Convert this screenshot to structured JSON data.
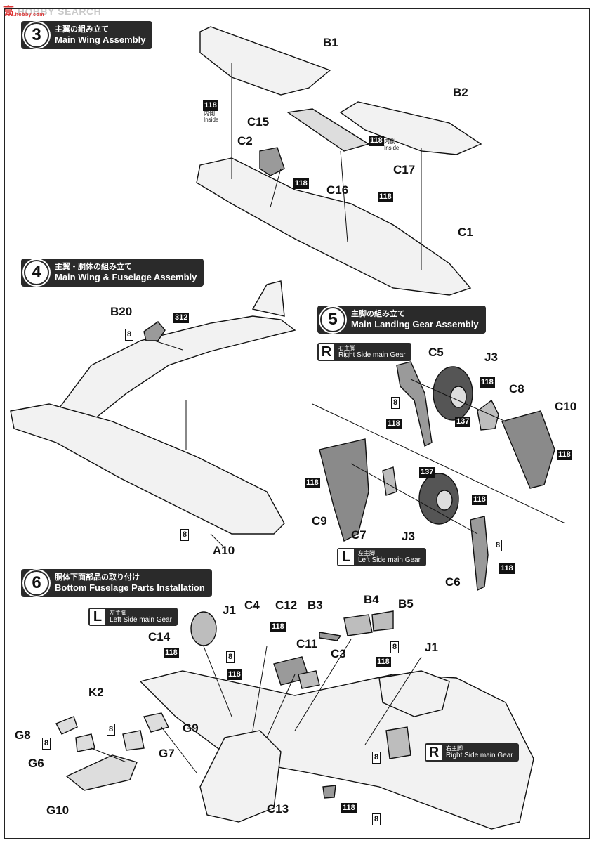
{
  "watermark": {
    "brand": "HOBBY SEARCH",
    "mark": "高",
    "sub": "888.hobby.com"
  },
  "steps": [
    {
      "num": "3",
      "jp": "主翼の組み立て",
      "en": "Main Wing Assembly"
    },
    {
      "num": "4",
      "jp": "主翼・胴体の組み立て",
      "en": "Main Wing & Fuselage Assembly"
    },
    {
      "num": "5",
      "jp": "主脚の組み立て",
      "en": "Main Landing Gear Assembly"
    },
    {
      "num": "6",
      "jp": "胴体下面部品の取り付け",
      "en": "Bottom Fuselage Parts Installation"
    }
  ],
  "sides": {
    "r5": {
      "letter": "R",
      "jp": "右主脚",
      "en": "Right Side main Gear"
    },
    "l5": {
      "letter": "L",
      "jp": "左主脚",
      "en": "Left Side main Gear"
    },
    "l6": {
      "letter": "L",
      "jp": "左主脚",
      "en": "Left Side main Gear"
    },
    "r6": {
      "letter": "R",
      "jp": "右主脚",
      "en": "Right Side main Gear"
    }
  },
  "notes": {
    "inside_jp": "内側",
    "inside_en": "Inside"
  },
  "parts": {
    "B1": "B1",
    "B2": "B2",
    "C15": "C15",
    "C2": "C2",
    "C17": "C17",
    "C16": "C16",
    "C1": "C1",
    "B20": "B20",
    "A10": "A10",
    "C5": "C5",
    "J3": "J3",
    "C8": "C8",
    "C10": "C10",
    "C9": "C9",
    "C7": "C7",
    "C6": "C6",
    "J1": "J1",
    "C4": "C4",
    "C12": "C12",
    "B3": "B3",
    "B4": "B4",
    "B5": "B5",
    "C14": "C14",
    "C11": "C11",
    "C3": "C3",
    "K2": "K2",
    "G8": "G8",
    "G9": "G9",
    "G6": "G6",
    "G7": "G7",
    "G10": "G10",
    "C13": "C13"
  },
  "paints": {
    "p118": "118",
    "p8": "8",
    "p312": "312",
    "p137": "137"
  }
}
